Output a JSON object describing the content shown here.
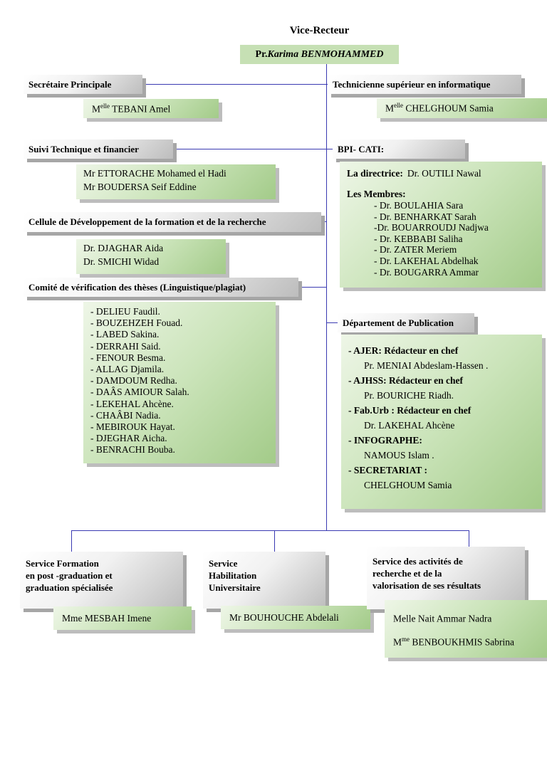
{
  "colors": {
    "connector_blue": "#3a3ab2",
    "top_box_green": "#c6e0b4",
    "box_green_dark": "#a3cb89",
    "box_gray": "#bdbdbd"
  },
  "top": {
    "title": "Vice-Recteur",
    "name_prefix": "Pr. ",
    "name": "Karima BENMOHAMMED"
  },
  "secretaire": {
    "title": "Secrétaire Principale",
    "member": {
      "pre": "M",
      "sup": "elle",
      "rest": " TEBANI Amel"
    }
  },
  "technicienne": {
    "title": "Technicienne supérieur en informatique",
    "member": {
      "pre": "M",
      "sup": "elle",
      "rest": " CHELGHOUM Samia"
    }
  },
  "suivi": {
    "title": "Suivi Technique et financier",
    "members": [
      "Mr ETTORACHE Mohamed el Hadi",
      "Mr BOUDERSA Seif Eddine"
    ]
  },
  "bpi": {
    "title": "BPI- CATI:",
    "director_label": "La directrice:",
    "director_name": "Dr. OUTILI Nawal",
    "members_label": "Les Membres:",
    "members": [
      "- Dr. BOULAHIA Sara",
      "- Dr. BENHARKAT Sarah",
      "-Dr. BOUARROUDJ Nadjwa",
      "- Dr. KEBBABI Saliha",
      "- Dr. ZATER Meriem",
      "- Dr. LAKEHAL Abdelhak",
      "- Dr. BOUGARRA Ammar"
    ]
  },
  "cellule": {
    "title": "Cellule de Développement de la formation et de la recherche",
    "members": [
      "Dr. DJAGHAR Aida",
      "Dr. SMICHI Widad"
    ]
  },
  "comite": {
    "title": "Comité de vérification des thèses (Linguistique/plagiat)",
    "members": [
      "- DELIEU Faudil.",
      "- BOUZEHZEH Fouad.",
      "- LABED Sakina.",
      "- DERRAHI Said.",
      "- FENOUR Besma.",
      "- ALLAG Djamila.",
      "- DAMDOUM Redha.",
      "- DAÂS AMIOUR Salah.",
      "- LEKEHAL Ahcène.",
      "- CHAÂBI Nadia.",
      "- MEBIROUK Hayat.",
      "- DJEGHAR Aicha.",
      "- BENRACHI Bouba."
    ]
  },
  "publication": {
    "title": "Département de Publication",
    "entries": [
      {
        "label": "- AJER: Rédacteur en chef",
        "value": "Pr. MENIAI Abdeslam-Hassen ."
      },
      {
        "label": "- AJHSS: Rédacteur en chef",
        "value": "Pr. BOURICHE Riadh."
      },
      {
        "label": "- Fab.Urb : Rédacteur en chef",
        "value": "Dr. LAKEHAL Ahcène"
      },
      {
        "label": "- INFOGRAPHE:",
        "value": "NAMOUS Islam ."
      },
      {
        "label": "- SECRETARIAT :",
        "value": "CHELGHOUM Samia"
      }
    ]
  },
  "service_formation": {
    "title_lines": [
      "Service Formation",
      "en post -graduation et",
      "graduation spécialisée"
    ],
    "member": "Mme MESBAH Imene"
  },
  "service_habilitation": {
    "title_lines": [
      "Service",
      "Habilitation",
      "Universitaire"
    ],
    "member": "Mr BOUHOUCHE Abdelali"
  },
  "service_recherche": {
    "title_lines": [
      "Service des activités de",
      "recherche et de la",
      "valorisation de ses résultats"
    ],
    "members": [
      {
        "pre": "Melle Nait Ammar Nadra",
        "sup": "",
        "rest": ""
      },
      {
        "pre": "M",
        "sup": "me",
        "rest": " BENBOUKHMIS Sabrina"
      }
    ]
  }
}
